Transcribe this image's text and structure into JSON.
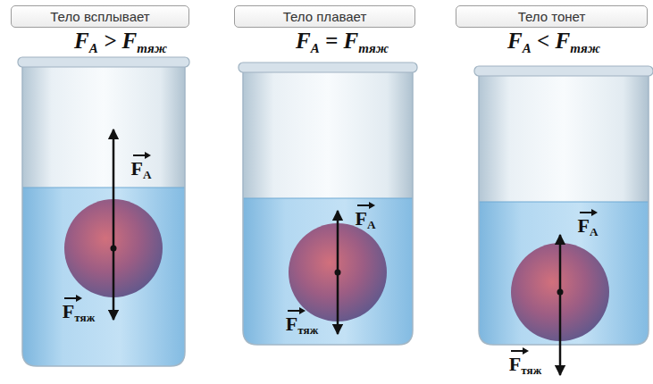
{
  "diagram": {
    "nodes": [
      {
        "text": [
          "Тело всплывает"
        ]
      },
      {
        "text": [
          "Тело плавает"
        ]
      },
      {
        "text": [
          "Тело тонет"
        ]
      }
    ],
    "labels": [
      "FA > Fтяж",
      "FA",
      "Fтяж",
      "FA = Fтяж",
      "FA",
      "Fтяж",
      "FA < Fтяж",
      "FA",
      "Fтяж"
    ]
  }
}
